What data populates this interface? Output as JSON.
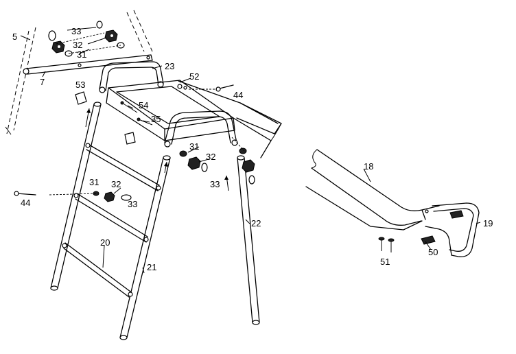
{
  "callouts": {
    "c5": "5",
    "c33a": "33",
    "c32a": "32",
    "c31a": "31",
    "c7": "7",
    "c23": "23",
    "c52": "52",
    "c53": "53",
    "c44a": "44",
    "c54": "54",
    "c35": "35",
    "c31b": "31",
    "c32b": "32",
    "c33b": "33",
    "c44b": "44",
    "c31c": "31",
    "c32c": "32",
    "c33c": "33",
    "c22": "22",
    "c20": "20",
    "c21": "21",
    "c18": "18",
    "c19": "19",
    "c50": "50",
    "c51": "51"
  }
}
